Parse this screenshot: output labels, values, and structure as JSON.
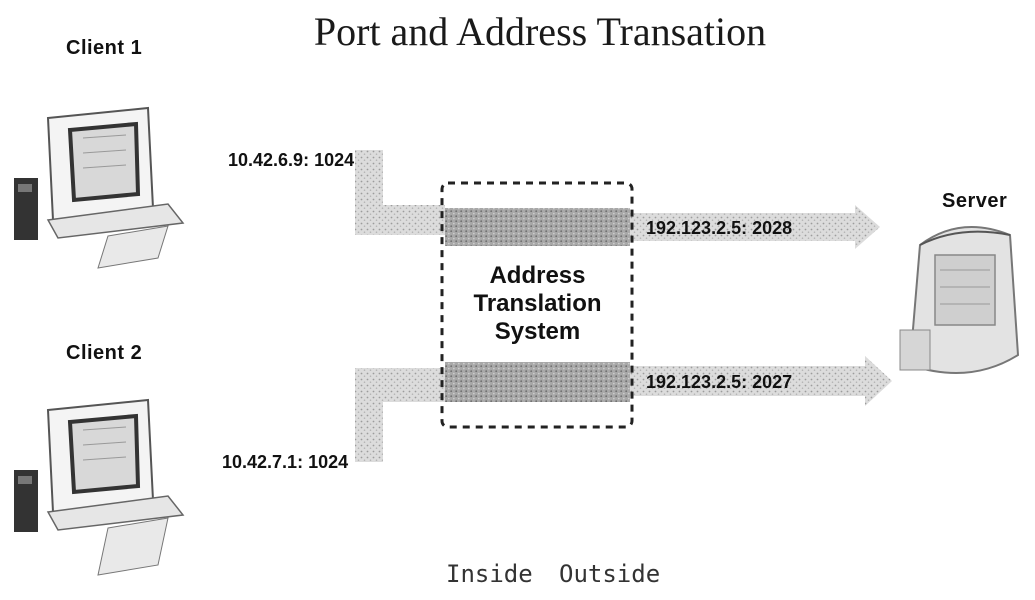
{
  "title": "Port and Address Transation",
  "clients": [
    {
      "label": "Client 1",
      "address": "10.42.6.9: 1024",
      "icon": "desktop-computer-icon"
    },
    {
      "label": "Client 2",
      "address": "10.42.7.1: 1024",
      "icon": "desktop-computer-icon"
    }
  ],
  "translator": {
    "label_lines": [
      "Address",
      "Translation",
      "System"
    ]
  },
  "outside_addresses": [
    "192.123.2.5: 2028",
    "192.123.2.5: 2027"
  ],
  "server": {
    "label": "Server",
    "icon": "server-tower-icon"
  },
  "zones": {
    "inside": "Inside",
    "outside": "Outside"
  },
  "colors": {
    "arrow_fill": "#cfcfcf",
    "arrow_dark": "#9a9a9a",
    "box_border": "#222222"
  }
}
